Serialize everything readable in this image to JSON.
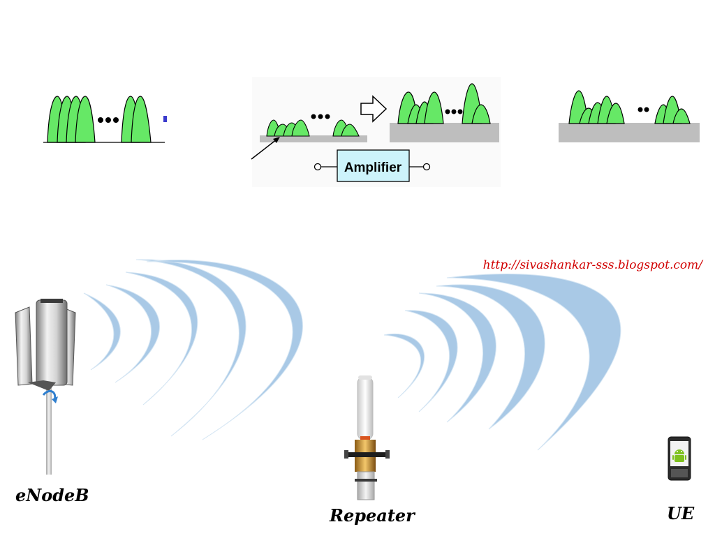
{
  "labels": {
    "enodeb": "eNodeB",
    "repeater": "Repeater",
    "ue": "UE",
    "amplifier": "Amplifier",
    "url": "http://sivashankar-sss.blogspot.com/"
  },
  "icons": {
    "enodeb": "base-station-antenna-icon",
    "repeater": "repeater-antenna-icon",
    "ue": "android-phone-icon"
  },
  "colors": {
    "signal_peak": "#66e866",
    "noise_floor": "#bebebe",
    "wave": "#a9c9e6",
    "amplifier_box": "#cdf3fb",
    "url": "#d10000"
  }
}
